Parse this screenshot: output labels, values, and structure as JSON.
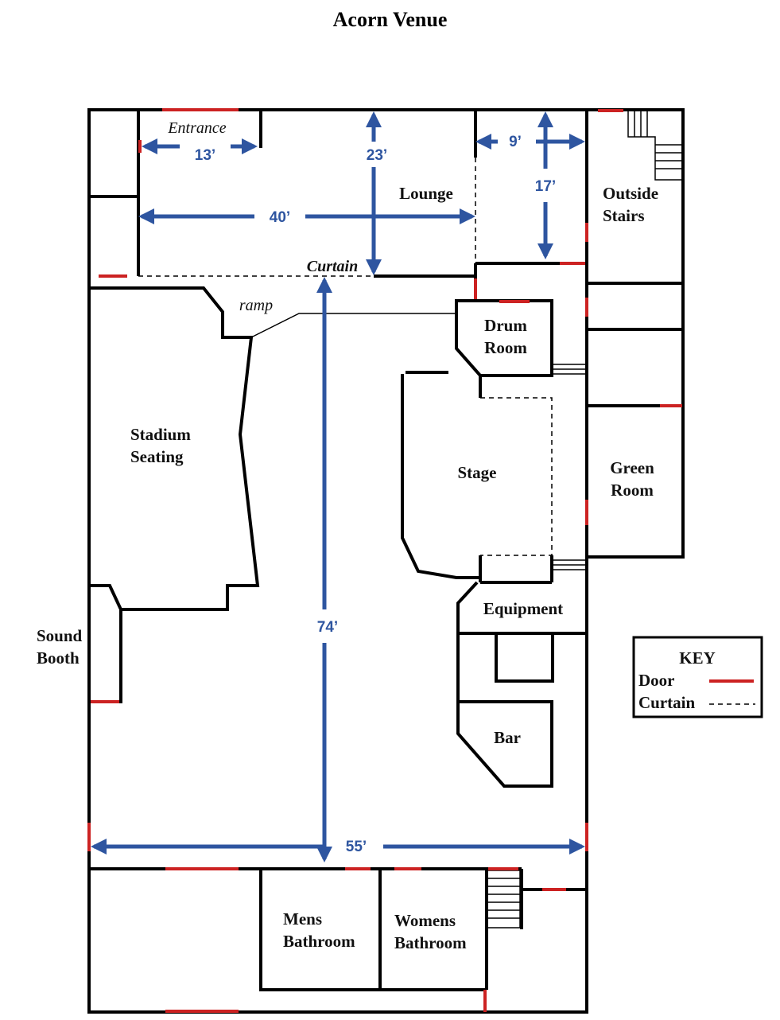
{
  "title": "Acorn Venue",
  "colors": {
    "wall": "#000000",
    "door": "#cc2222",
    "dimension": "#2e55a0"
  },
  "rooms": {
    "lounge": "Lounge",
    "outside_stairs": [
      "Outside",
      "Stairs"
    ],
    "drum_room": [
      "Drum",
      "Room"
    ],
    "stadium_seating": [
      "Stadium",
      "Seating"
    ],
    "stage": "Stage",
    "green_room": [
      "Green",
      "Room"
    ],
    "equipment": "Equipment",
    "sound_booth": [
      "Sound",
      "Booth"
    ],
    "bar": "Bar",
    "mens_bathroom": [
      "Mens",
      "Bathroom"
    ],
    "womens_bathroom": [
      "Womens",
      "Bathroom"
    ]
  },
  "annotations": {
    "entrance": "Entrance",
    "curtain": "Curtain",
    "ramp": "ramp"
  },
  "dimensions": {
    "entrance_width": "13’",
    "lounge_depth": "23’",
    "lounge_width": "40’",
    "side_width": "9’",
    "side_depth": "17’",
    "hall_length": "74’",
    "hall_width": "55’"
  },
  "key": {
    "title": "KEY",
    "door": "Door",
    "curtain": "Curtain"
  }
}
